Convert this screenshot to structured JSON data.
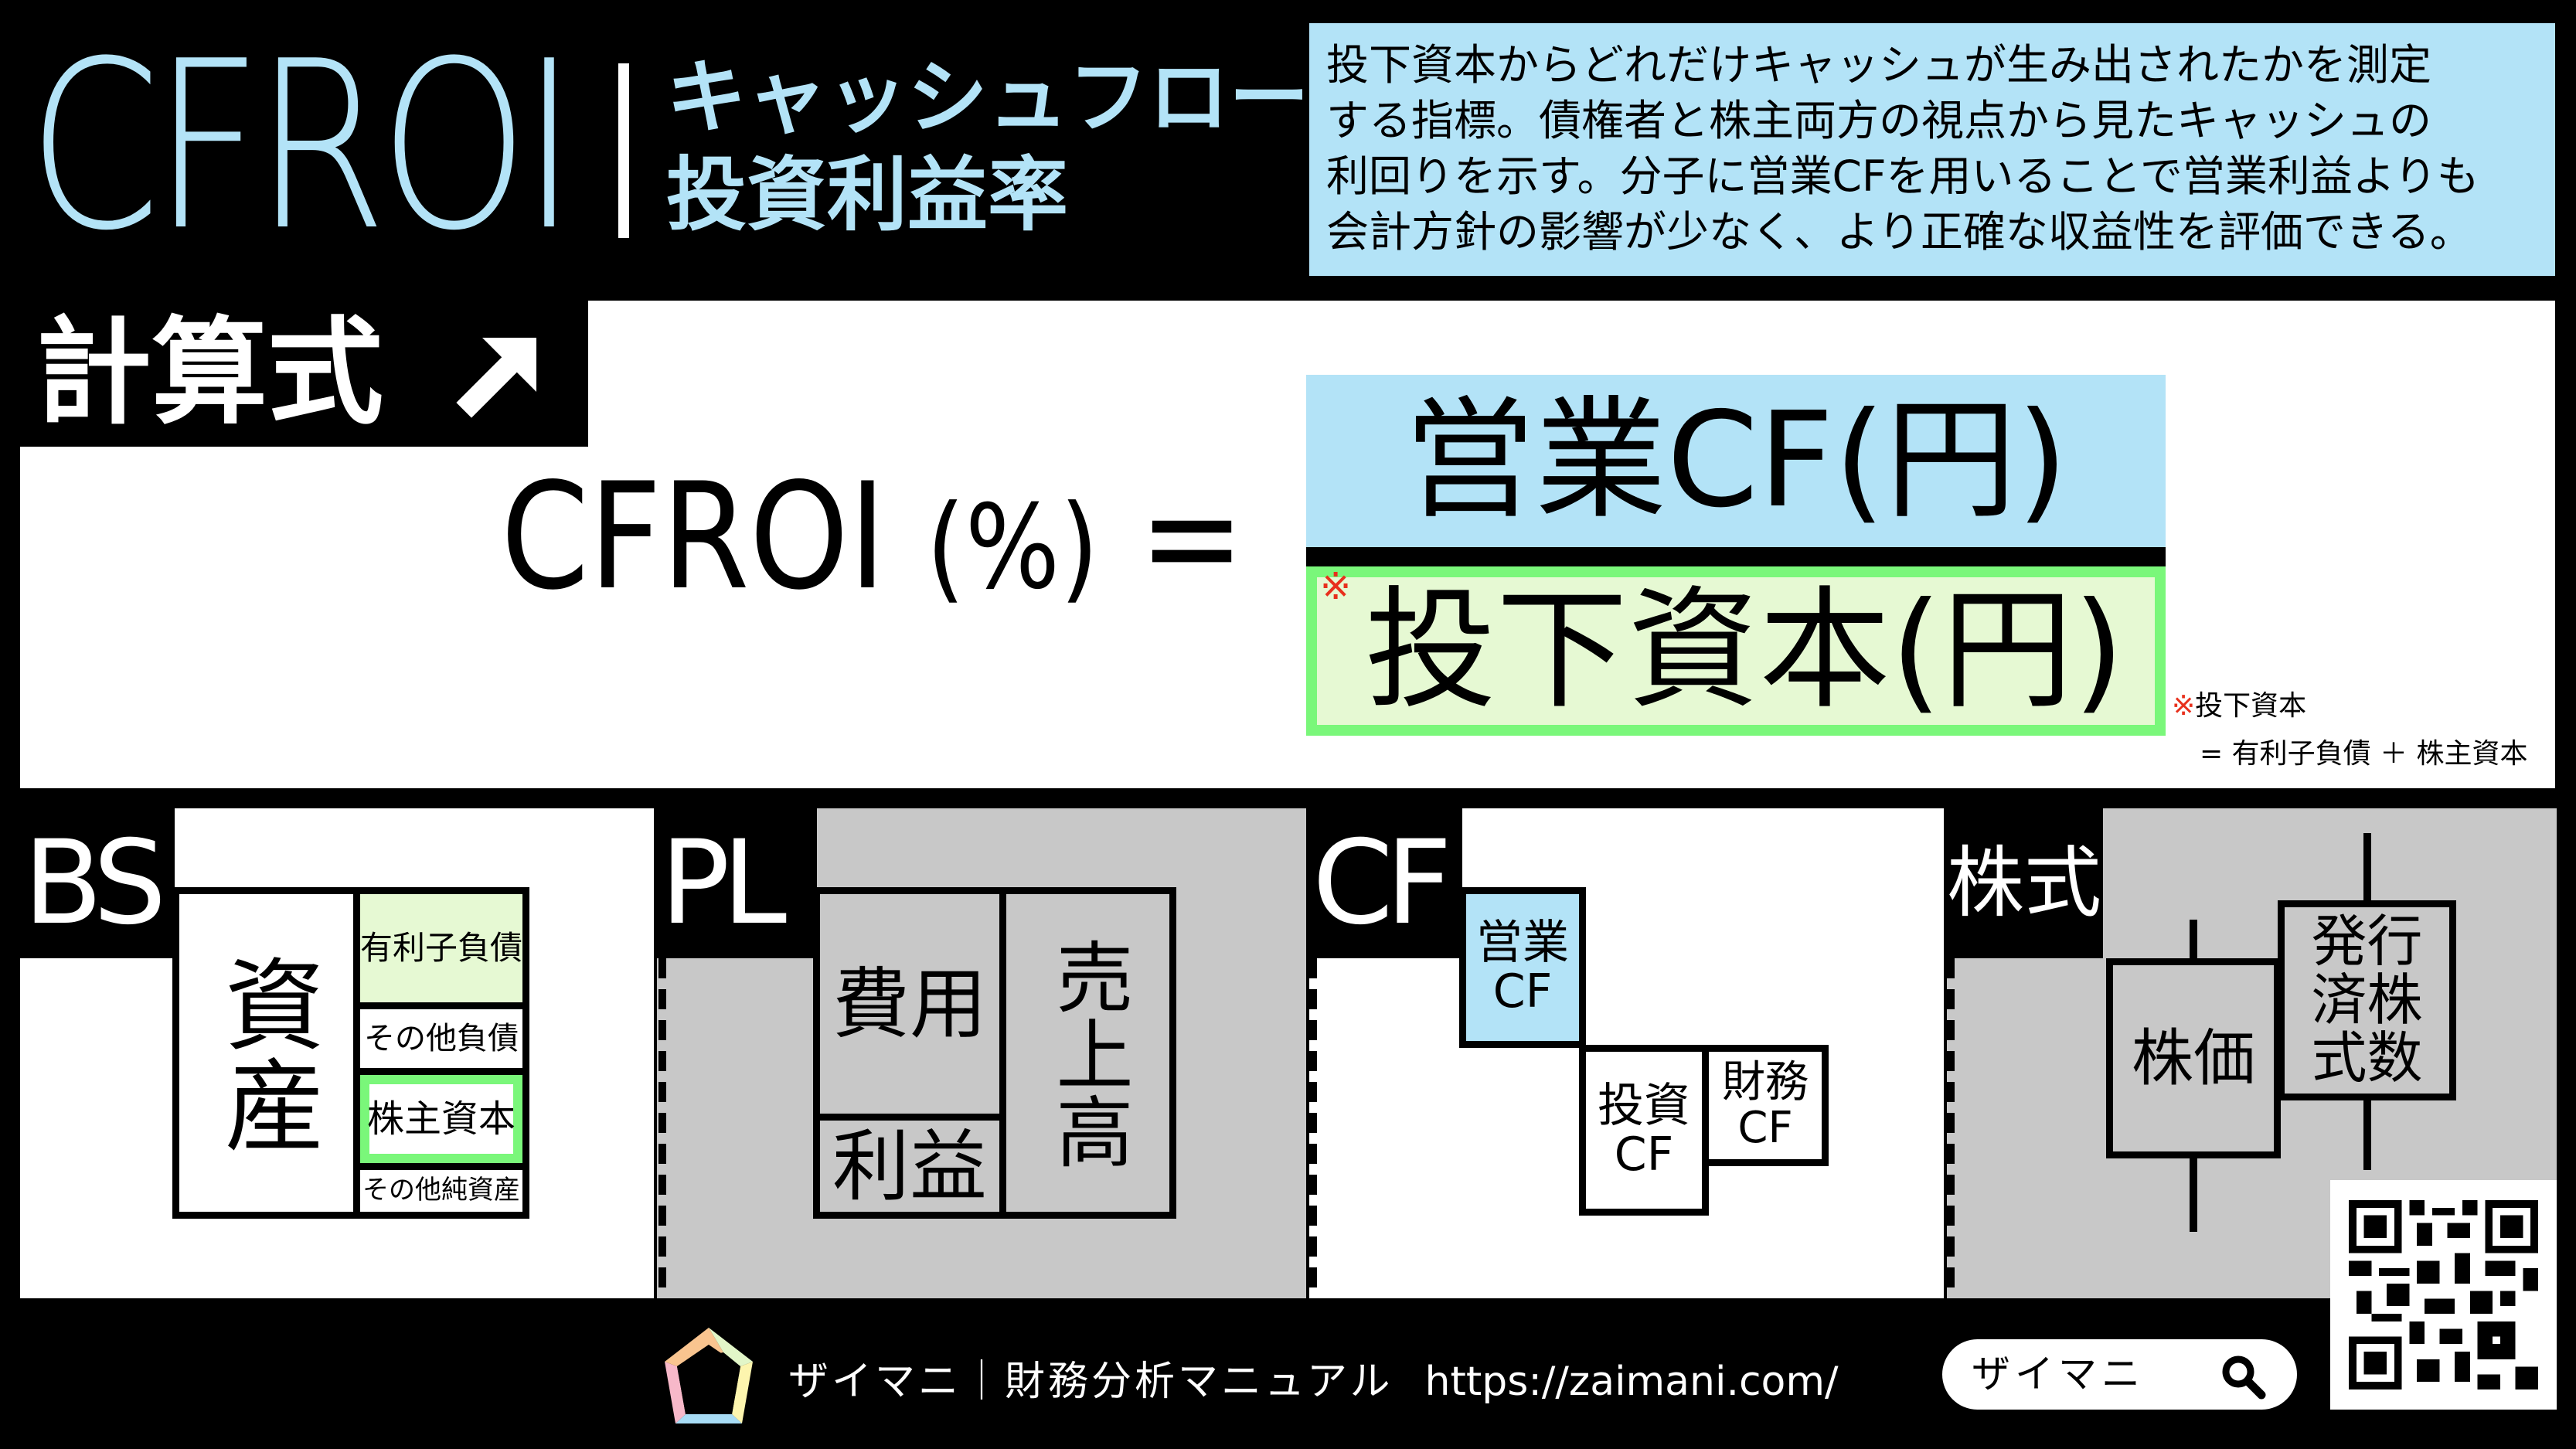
{
  "header": {
    "title": "CFROI",
    "subtitle_line1": "キャッシュフロー",
    "subtitle_line2": "投資利益率",
    "description": [
      "投下資本からどれだけキャッシュが生み出されたかを測定",
      "する指標。債権者と株主両方の視点から見たキャッシュの",
      "利回りを示す。分子に営業CFを用いることで営業利益よりも",
      "会計方針の影響が少なく、より正確な収益性を評価できる。"
    ]
  },
  "formula": {
    "section_label": "計算式",
    "arrow_icon": "arrow-up-right",
    "lhs": "CFROI",
    "unit": "(%)",
    "equals": "=",
    "numerator": "営業CF(円)",
    "denominator": "投下資本(円)",
    "mark": "※",
    "note_title": "投下資本",
    "note_body": "= 有利子負債 ＋ 株主資本"
  },
  "panels": {
    "bs": {
      "label": "BS",
      "assets": "資産",
      "items": [
        "有利子負債",
        "その他負債",
        "株主資本",
        "その他純資産"
      ]
    },
    "pl": {
      "label": "PL",
      "cost": "費用",
      "profit": "利益",
      "sales": "売上高"
    },
    "cf": {
      "label": "CF",
      "operating": "営業CF",
      "investing": "投資CF",
      "financing": "財務CF"
    },
    "stock": {
      "label": "株式",
      "price": "株価",
      "shares": "発行済株式数"
    }
  },
  "footer": {
    "text": "ザイマニ｜財務分析マニュアル",
    "url": "https://zaimani.com/",
    "search_text": "ザイマニ",
    "search_icon": "search"
  },
  "colors": {
    "accent_blue": "#b3e3f7",
    "accent_green": "#7af77a",
    "light_green": "#e6f9d3",
    "gray": "#c8c8c8",
    "note_red": "#e8301c"
  }
}
